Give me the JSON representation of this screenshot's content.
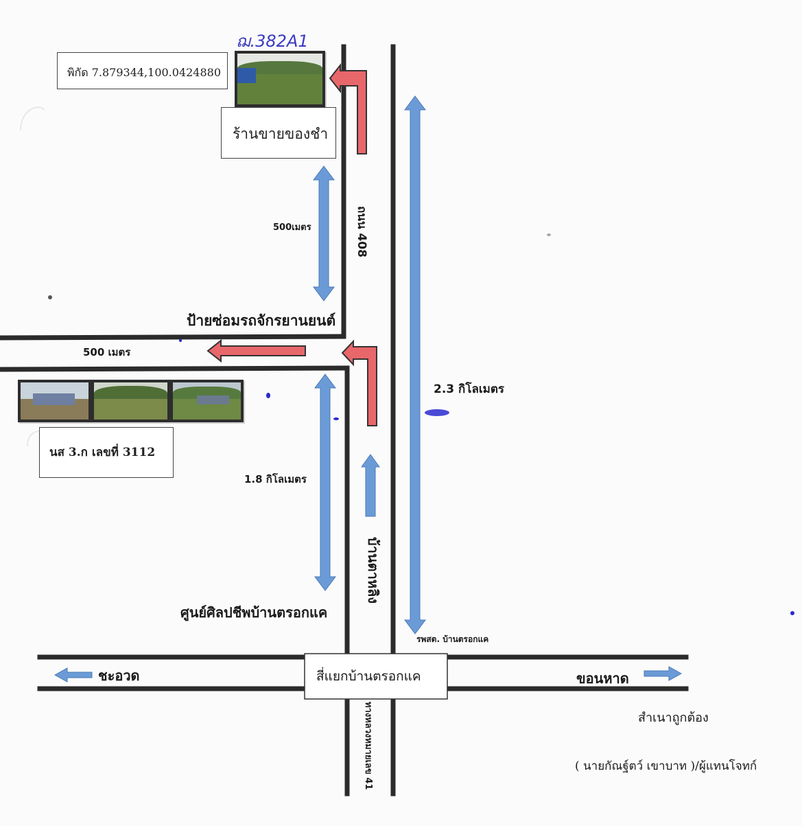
{
  "map": {
    "handwritten_code": "ฌ.382A1",
    "coordinates": "พิกัด 7.879344,100.0424880",
    "shop_label": "ร้านขายของชำ",
    "distance_500m_vertical": "500เมตร",
    "road_408": "ถนน 408",
    "motorcycle_sign": "ป้ายซ่อมรถจักรยานยนต์",
    "distance_500m_horizontal": "500 เมตร",
    "land_title": "นส 3.ก เลขที่ 3112",
    "distance_1_8km": "1.8 กิโลเมตร",
    "distance_2_3km": "2.3 กิโลเมตร",
    "village_name": "บ้านตาหลิง",
    "craft_center": "ศูนย์ศิลปชีพบ้านตรอกแค",
    "hospital": "รพสต. บ้านตรอกแค",
    "intersection": "สี่แยกบ้านตรอกแค",
    "west_town": "ชะอวด",
    "east_town": "ขอนหาด",
    "highway_41": "ทางหลวงหมายเลข 41",
    "certified": "สำเนาถูกต้อง",
    "signature": "( นายกัณฐ์ตว์  เขาบาท )/ผู้แทนโจทก์"
  },
  "colors": {
    "road": "#2b2b2b",
    "red_arrow": "#e8676a",
    "blue_arrow": "#6b9bd6",
    "handwriting": "#3a3ac0"
  }
}
